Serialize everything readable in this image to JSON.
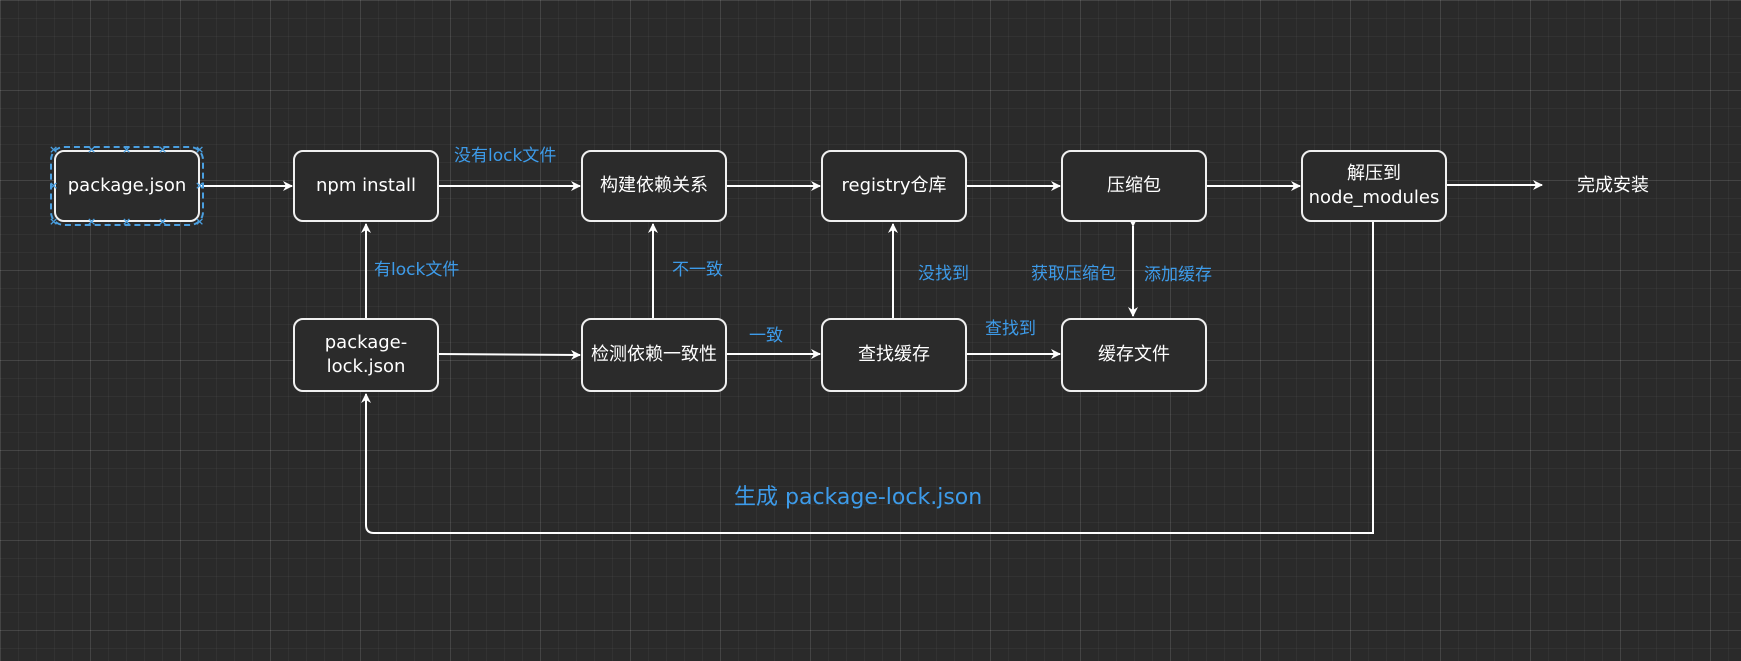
{
  "colors": {
    "background": "#2a2a2a",
    "node_border": "#f0f0f0",
    "node_fill": "#2b2b2b",
    "text": "#ffffff",
    "edge": "#ffffff",
    "edge_label": "#3d9be9",
    "selection": "#4a9fe0"
  },
  "nodes": {
    "package_json": "package.json",
    "npm_install": "npm install",
    "build_deps": "构建依赖关系",
    "registry": "registry仓库",
    "tarball": "压缩包",
    "extract": "解压到\nnode_modules",
    "done": "完成安装",
    "package_lock": "package-\nlock.json",
    "check_consistency": "检测依赖一致性",
    "find_cache": "查找缓存",
    "cache_file": "缓存文件"
  },
  "edge_labels": {
    "no_lock": "没有lock文件",
    "has_lock": "有lock文件",
    "inconsistent": "不一致",
    "consistent": "一致",
    "not_found": "没找到",
    "found": "查找到",
    "get_tarball": "获取压缩包",
    "add_cache": "添加缓存",
    "generate_lock": "生成 package-lock.json"
  }
}
